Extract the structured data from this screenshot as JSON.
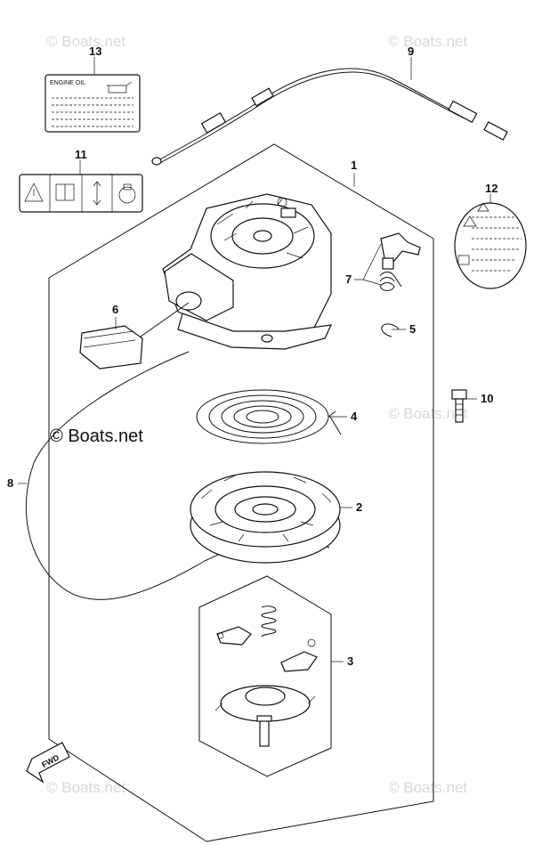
{
  "watermark": {
    "symbol": "©",
    "text": "Boats.net"
  },
  "labels": {
    "engine_oil": "ENGINE OIL",
    "fwd": "FWD"
  },
  "callouts": [
    {
      "id": "c1",
      "number": "1"
    },
    {
      "id": "c2",
      "number": "2"
    },
    {
      "id": "c3",
      "number": "3"
    },
    {
      "id": "c4",
      "number": "4"
    },
    {
      "id": "c5",
      "number": "5"
    },
    {
      "id": "c6",
      "number": "6"
    },
    {
      "id": "c7",
      "number": "7"
    },
    {
      "id": "c8",
      "number": "8"
    },
    {
      "id": "c9",
      "number": "9"
    },
    {
      "id": "c10",
      "number": "10"
    },
    {
      "id": "c11",
      "number": "11"
    },
    {
      "id": "c12",
      "number": "12"
    },
    {
      "id": "c13",
      "number": "13"
    }
  ]
}
